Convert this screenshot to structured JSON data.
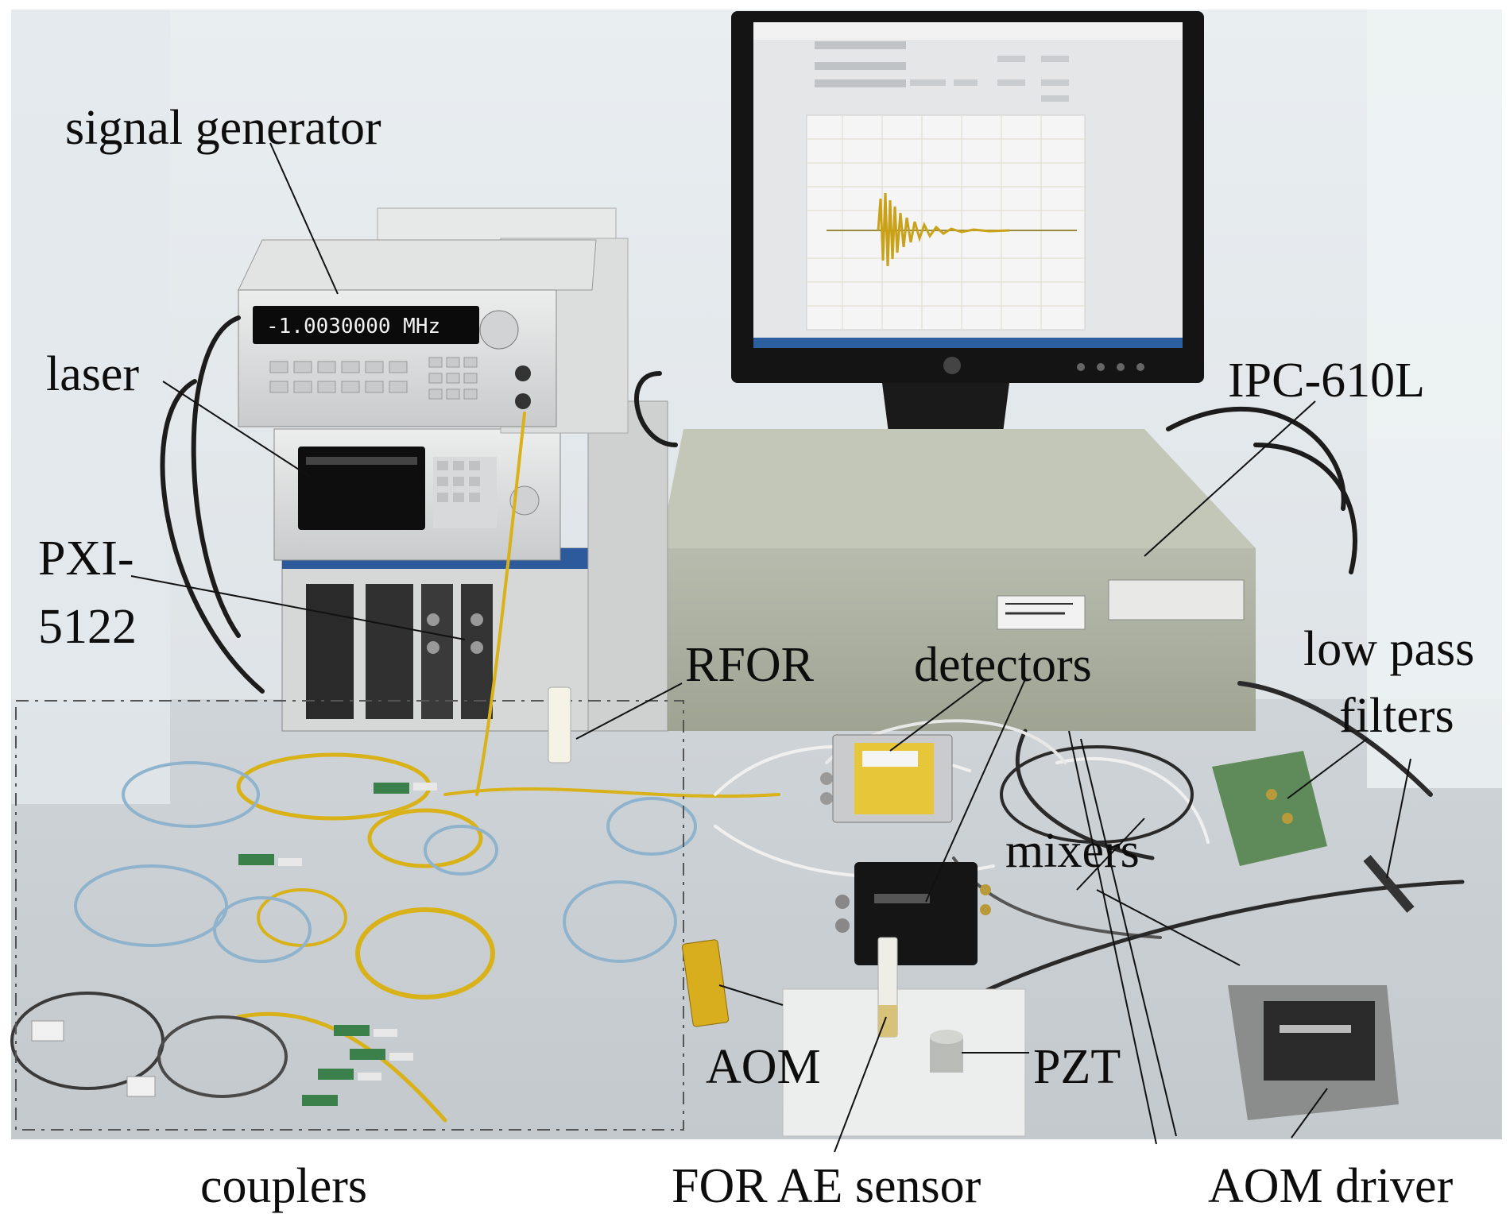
{
  "labels": {
    "signal_generator": "signal generator",
    "laser": "laser",
    "pxi_line1": "PXI-",
    "pxi_line2": "5122",
    "ipc": "IPC-610L",
    "rfor": "RFOR",
    "detectors": "detectors",
    "low_pass_line1": "low pass",
    "low_pass_line2": "filters",
    "mixers": "mixers",
    "aom": "AOM",
    "pzt": "PZT",
    "couplers": "couplers",
    "for_ae_sensor": "FOR AE sensor",
    "aom_driver": "AOM driver"
  },
  "instrument": {
    "generator_display": "-1.0030000 MHz"
  },
  "colors": {
    "wall": "#dfe4e8",
    "bench": "#c9ced2",
    "fiber_yellow": "#d9b21a",
    "fiber_blue": "#8fb3cc",
    "waveform": "#c9a21a",
    "ipc_box": "#a9ad9f"
  }
}
